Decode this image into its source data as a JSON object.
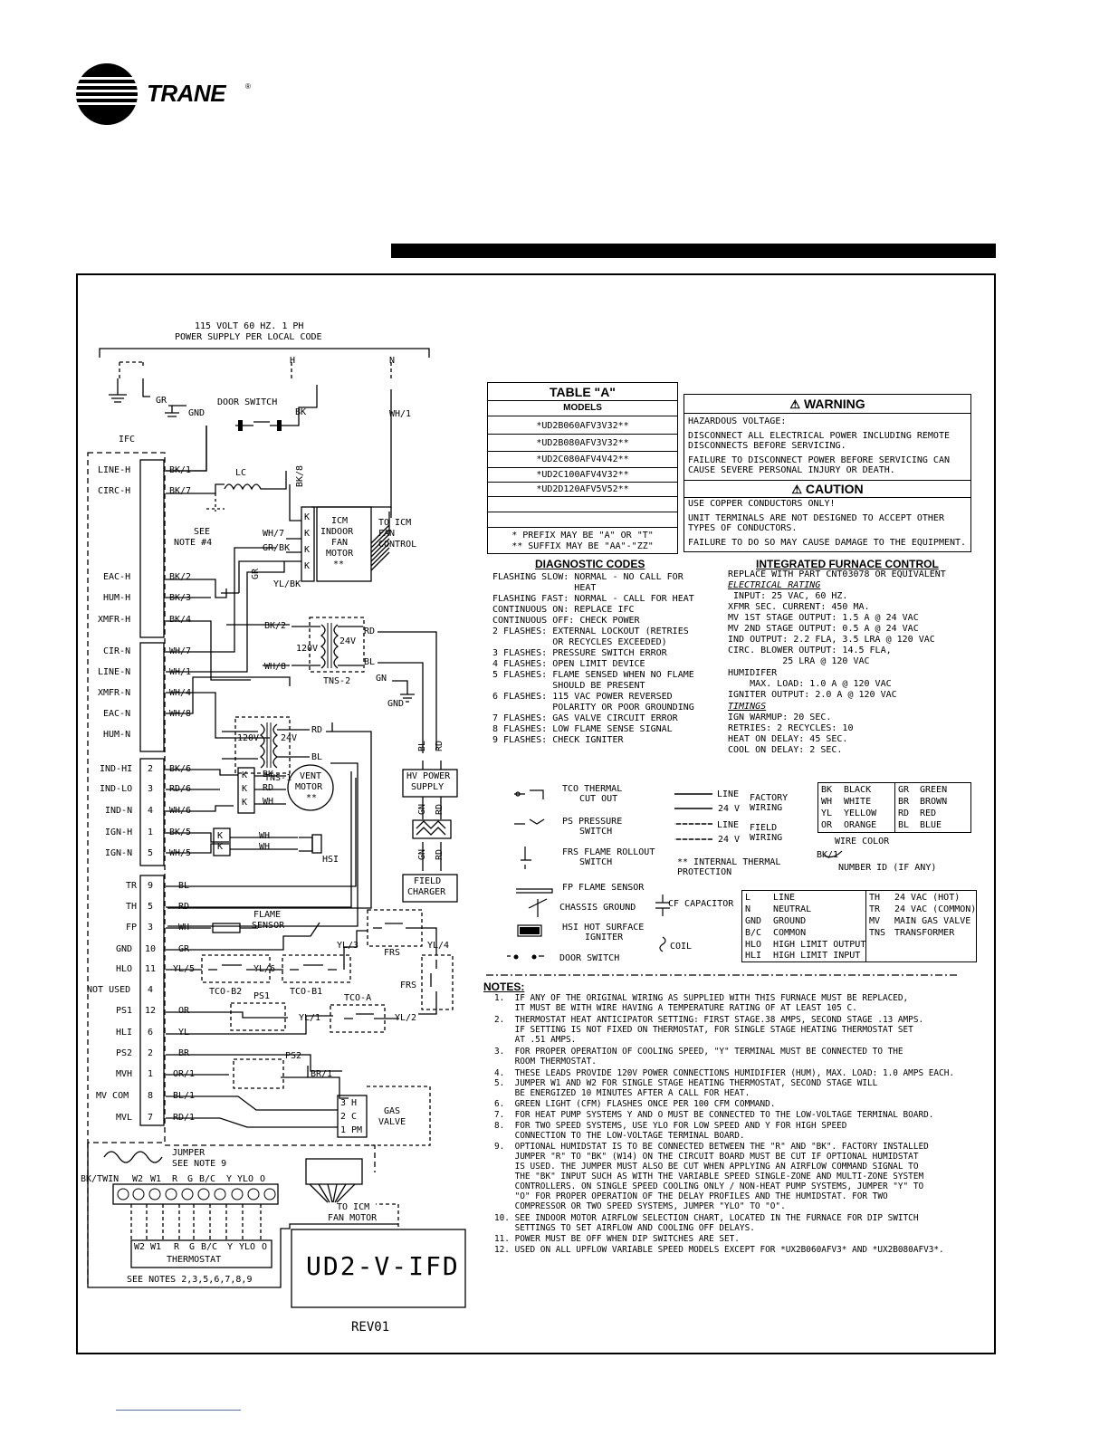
{
  "brand": {
    "name": "TRANE",
    "reg": "®"
  },
  "supply": {
    "line1": "115 VOLT 60 HZ. 1 PH",
    "line2": "POWER SUPPLY PER LOCAL CODE",
    "h": "H",
    "n": "N",
    "gr": "GR",
    "gnd": "GND",
    "door_switch": "DOOR SWITCH",
    "bk": "BK",
    "wh1": "WH/1"
  },
  "ifc": {
    "label": "IFC",
    "see_note": "SEE",
    "note4": "NOTE #4",
    "gr": "GR",
    "lc": "LC"
  },
  "left_terminals": [
    {
      "label": "LINE-H",
      "wire": "BK/1"
    },
    {
      "label": "CIRC-H",
      "wire": "BK/7"
    },
    {
      "label": "EAC-H",
      "wire": "BK/2"
    },
    {
      "label": "HUM-H",
      "wire": "BK/3"
    },
    {
      "label": "XMFR-H",
      "wire": "BK/4"
    },
    {
      "label": "CIR-N",
      "wire": "WH/7"
    },
    {
      "label": "LINE-N",
      "wire": "WH/1"
    },
    {
      "label": "XMFR-N",
      "wire": "WH/4"
    },
    {
      "label": "EAC-N",
      "wire": "WH/8"
    },
    {
      "label": "HUM-N",
      "wire": ""
    }
  ],
  "motor_terminals": [
    {
      "label": "IND-HI",
      "pin": "2",
      "wire": "BK/6"
    },
    {
      "label": "IND-LO",
      "pin": "3",
      "wire": "RD/6"
    },
    {
      "label": "IND-N",
      "pin": "4",
      "wire": "WH/6"
    },
    {
      "label": "IGN-H",
      "pin": "1",
      "wire": "BK/5"
    },
    {
      "label": "IGN-N",
      "pin": "5",
      "wire": "WH/5"
    }
  ],
  "low_terminals": [
    {
      "label": "TR",
      "pin": "9",
      "wire": "BL"
    },
    {
      "label": "TH",
      "pin": "5",
      "wire": "RD"
    },
    {
      "label": "FP",
      "pin": "3",
      "wire": "WH"
    },
    {
      "label": "GND",
      "pin": "10",
      "wire": "GR"
    },
    {
      "label": "HLO",
      "pin": "11",
      "wire": "YL/5"
    },
    {
      "label": "NOT USED",
      "pin": "4",
      "wire": ""
    },
    {
      "label": "PS1",
      "pin": "12",
      "wire": "OR"
    },
    {
      "label": "HLI",
      "pin": "6",
      "wire": "YL"
    },
    {
      "label": "PS2",
      "pin": "2",
      "wire": "BR"
    },
    {
      "label": "MVH",
      "pin": "1",
      "wire": "OR/1"
    },
    {
      "label": "MV COM",
      "pin": "8",
      "wire": "BL/1"
    },
    {
      "label": "MVL",
      "pin": "7",
      "wire": "RD/1"
    }
  ],
  "icm": {
    "w1": "WH/7",
    "w2": "GR/BK",
    "w3": "YL/BK",
    "l1": "ICM",
    "l2": "INDOOR",
    "l3": "FAN",
    "l4": "MOTOR",
    "l5": "**",
    "to1": "TO ICM",
    "to2": "FAN",
    "to3": "CONTROL",
    "bk8": "BK/8"
  },
  "tns2": {
    "label": "TNS-2",
    "in1": "BK/2",
    "in2": "WH/8",
    "v120": "120V",
    "v24": "24V",
    "rd": "RD",
    "bl": "BL",
    "gn": "GN",
    "gnd": "GND"
  },
  "tns1": {
    "label": "TNS-1",
    "v120": "120V",
    "v24": "24V",
    "rd": "RD",
    "bl": "BL"
  },
  "vent": {
    "l1": "VENT",
    "l2": "MOTOR",
    "l3": "**",
    "bk": "BK",
    "rd": "RD",
    "wh": "WH"
  },
  "hsi": {
    "label": "HSI",
    "wh1": "WH",
    "wh2": "WH"
  },
  "hv_supply": {
    "l1": "HV POWER",
    "l2": "SUPPLY",
    "bl": "BL",
    "rd": "RD"
  },
  "field_charger": {
    "l1": "FIELD",
    "l2": "CHARGER",
    "gn1": "GN",
    "rd1": "RD",
    "gn2": "GN",
    "rd2": "RD"
  },
  "flame": {
    "l1": "FLAME",
    "l2": "SENSOR"
  },
  "switches": {
    "frs1": "FRS",
    "frs2": "FRS",
    "yl3": "YL/3",
    "yl4": "YL/4",
    "tco_b2": "TCO-B2",
    "tco_b1": "TCO-B1",
    "yl6": "YL/6",
    "ps1": "PS1",
    "tco_a": "TCO-A",
    "yl1": "YL/1",
    "yl2": "YL/2",
    "ps2": "PS2",
    "br1": "BR/1"
  },
  "gas_valve": {
    "l1": "GAS",
    "l2": "VALVE",
    "h": "3 H",
    "c": "2 C",
    "pm": "1 PM"
  },
  "jumper": {
    "l1": "JUMPER",
    "l2": "SEE NOTE 9"
  },
  "lv_board": {
    "labels": [
      "BK/TWIN",
      "W2",
      "W1",
      "R",
      "G",
      "B/C",
      "Y",
      "YLO",
      "O"
    ]
  },
  "thermostat": {
    "labels": [
      "W2",
      "W1",
      "R",
      "G",
      "B/C",
      "Y",
      "YLO",
      "O"
    ],
    "title": "THERMOSTAT",
    "notes": "SEE NOTES 2,3,5,6,7,8,9"
  },
  "icm_fan": {
    "l1": "TO ICM",
    "l2": "FAN MOTOR"
  },
  "model_box": {
    "id": "UD2-V-IFD",
    "rev": "REV01"
  },
  "table_a": {
    "title": "TABLE \"A\"",
    "models_hdr": "MODELS",
    "models": [
      "*UD2B060AFV3V32**",
      "*UD2B080AFV3V32**",
      "*UD2C080AFV4V42**",
      "*UD2C100AFV4V32**",
      "*UD2D120AFV5V52**",
      "",
      ""
    ],
    "prefix": "* PREFIX MAY BE \"A\" OR \"T\"",
    "suffix": "** SUFFIX MAY BE \"AA\"-\"ZZ\""
  },
  "warning": {
    "title": "WARNING",
    "lines": [
      "HAZARDOUS VOLTAGE:",
      "DISCONNECT ALL ELECTRICAL POWER INCLUDING REMOTE",
      "DISCONNECTS BEFORE SERVICING.",
      "FAILURE TO DISCONNECT POWER BEFORE SERVICING CAN",
      "CAUSE SEVERE PERSONAL INJURY OR DEATH."
    ]
  },
  "caution": {
    "title": "CAUTION",
    "lines": [
      "USE COPPER CONDUCTORS ONLY!",
      "UNIT TERMINALS ARE NOT DESIGNED TO ACCEPT OTHER",
      "TYPES OF CONDUCTORS.",
      "FAILURE TO DO SO MAY CAUSE DAMAGE TO THE EQUIPMENT."
    ]
  },
  "diag": {
    "title": "DIAGNOSTIC CODES",
    "lines": [
      "FLASHING SLOW: NORMAL - NO CALL FOR",
      "               HEAT",
      "FLASHING FAST: NORMAL - CALL FOR HEAT",
      "CONTINUOUS ON: REPLACE IFC",
      "CONTINUOUS OFF: CHECK POWER",
      "2 FLASHES: EXTERNAL LOCKOUT (RETRIES",
      "           OR RECYCLES EXCEEDED)",
      "3 FLASHES: PRESSURE SWITCH ERROR",
      "4 FLASHES: OPEN LIMIT DEVICE",
      "5 FLASHES: FLAME SENSED WHEN NO FLAME",
      "           SHOULD BE PRESENT",
      "6 FLASHES: 115 VAC POWER REVERSED",
      "           POLARITY OR POOR GROUNDING",
      "7 FLASHES: GAS VALVE CIRCUIT ERROR",
      "8 FLASHES: LOW FLAME SENSE SIGNAL",
      "9 FLASHES: CHECK IGNITER"
    ]
  },
  "ifc_ctrl": {
    "title": "INTEGRATED FURNACE CONTROL",
    "lines": [
      "REPLACE WITH PART CNT03078 OR EQUIVALENT",
      "ELECTRICAL RATING",
      " INPUT: 25 VAC, 60 HZ.",
      "XFMR SEC. CURRENT: 450 MA.",
      "MV 1ST STAGE OUTPUT: 1.5 A @ 24 VAC",
      "MV 2ND STAGE OUTPUT: 0.5 A @ 24 VAC",
      "IND OUTPUT: 2.2 FLA, 3.5 LRA @ 120 VAC",
      "CIRC. BLOWER OUTPUT: 14.5 FLA,",
      "          25 LRA @ 120 VAC",
      "HUMIDIFER",
      "    MAX. LOAD: 1.0 A @ 120 VAC",
      "IGNITER OUTPUT: 2.0 A @ 120 VAC",
      "TIMINGS",
      "IGN WARMUP: 20 SEC.",
      "RETRIES: 2 RECYCLES: 10",
      "HEAT ON DELAY: 45 SEC.",
      "COOL ON DELAY: 2 SEC."
    ]
  },
  "legend": {
    "tco": "TCO THERMAL",
    "tco2": "CUT OUT",
    "ps": "PS PRESSURE",
    "ps2": "SWITCH",
    "frs": "FRS FLAME ROLLOUT",
    "frs2": "SWITCH",
    "fp": "FP FLAME SENSOR",
    "chassis": "CHASSIS GROUND",
    "hsi": "HSI HOT SURFACE",
    "hsi2": "IGNITER",
    "door": "DOOR SWITCH",
    "cf": "CF CAPACITOR",
    "coil": "COIL",
    "line": "LINE",
    "v24": "24 V",
    "factory": "FACTORY",
    "wiring": "WIRING",
    "line2": "LINE",
    "v24b": "24 V",
    "field": "FIELD",
    "wiring2": "WIRING",
    "internal": "** INTERNAL THERMAL",
    "protection": "PROTECTION",
    "wire_color": "WIRE COLOR",
    "bk1": "BK/1",
    "number_id": "NUMBER ID (IF ANY)"
  },
  "colors": [
    [
      "BK",
      "BLACK",
      "GR",
      "GREEN"
    ],
    [
      "WH",
      "WHITE",
      "BR",
      "BROWN"
    ],
    [
      "YL",
      "YELLOW",
      "RD",
      "RED"
    ],
    [
      "OR",
      "ORANGE",
      "BL",
      "BLUE"
    ]
  ],
  "abbrev_left": [
    [
      "L",
      "LINE"
    ],
    [
      "N",
      "NEUTRAL"
    ],
    [
      "GND",
      "GROUND"
    ],
    [
      "B/C",
      "COMMON"
    ],
    [
      "HLO",
      "HIGH LIMIT OUTPUT"
    ],
    [
      "HLI",
      "HIGH LIMIT INPUT"
    ]
  ],
  "abbrev_right": [
    [
      "TH",
      "24 VAC (HOT)"
    ],
    [
      "TR",
      "24 VAC (COMMON)"
    ],
    [
      "MV",
      "MAIN GAS VALVE"
    ],
    [
      "TNS",
      "TRANSFORMER"
    ]
  ],
  "notes": {
    "title": "NOTES:",
    "lines": [
      "1.  IF ANY OF THE ORIGINAL WIRING AS SUPPLIED WITH THIS FURNACE MUST BE REPLACED,",
      "    IT MUST BE WITH WIRE HAVING A TEMPERATURE RATING OF AT LEAST 105 C.",
      "2.  THERMOSTAT HEAT ANTICIPATOR SETTING: FIRST STAGE.38 AMPS, SECOND STAGE .13 AMPS.",
      "    IF SETTING IS NOT FIXED ON THERMOSTAT, FOR SINGLE STAGE HEATING THERMOSTAT SET",
      "    AT .51 AMPS.",
      "3.  FOR PROPER OPERATION OF COOLING SPEED, \"Y\" TERMINAL MUST BE CONNECTED TO THE",
      "    ROOM THERMOSTAT.",
      "4.  THESE LEADS PROVIDE 120V POWER CONNECTIONS HUMIDIFIER (HUM), MAX. LOAD: 1.0 AMPS EACH.",
      "5.  JUMPER W1 AND W2 FOR SINGLE STAGE HEATING THERMOSTAT, SECOND STAGE WILL",
      "    BE ENERGIZED 10 MINUTES AFTER A CALL FOR HEAT.",
      "6.  GREEN LIGHT (CFM) FLASHES ONCE PER 100 CFM COMMAND.",
      "7.  FOR HEAT PUMP SYSTEMS Y AND O MUST BE CONNECTED TO THE LOW-VOLTAGE TERMINAL BOARD.",
      "8.  FOR TWO SPEED SYSTEMS, USE YLO FOR LOW SPEED AND Y FOR HIGH SPEED",
      "    CONNECTION TO THE LOW-VOLTAGE TERMINAL BOARD.",
      "9.  OPTIONAL HUMIDSTAT IS TO BE CONNECTED BETWEEN THE \"R\" AND \"BK\". FACTORY INSTALLED",
      "    JUMPER \"R\" TO \"BK\" (W14) ON THE CIRCUIT BOARD MUST BE CUT IF OPTIONAL HUMIDSTAT",
      "    IS USED. THE JUMPER MUST ALSO BE CUT WHEN APPLYING AN AIRFLOW COMMAND SIGNAL TO",
      "    THE \"BK\" INPUT SUCH AS WITH THE VARIABLE SPEED SINGLE-ZONE AND MULTI-ZONE SYSTEM",
      "    CONTROLLERS. ON SINGLE SPEED COOLING ONLY / NON-HEAT PUMP SYSTEMS, JUMPER \"Y\" TO",
      "    \"O\" FOR PROPER OPERATION OF THE DELAY PROFILES AND THE HUMIDSTAT. FOR TWO",
      "    COMPRESSOR OR TWO SPEED SYSTEMS, JUMPER \"YLO\" TO \"O\".",
      "10. SEE INDOOR MOTOR AIRFLOW SELECTION CHART, LOCATED IN THE FURNACE FOR DIP SWITCH",
      "    SETTINGS TO SET AIRFLOW AND COOLING OFF DELAYS.",
      "11. POWER MUST BE OFF WHEN DIP SWITCHES ARE SET.",
      "12. USED ON ALL UPFLOW VARIABLE SPEED MODELS EXCEPT FOR *UX2B060AFV3* AND *UX2B080AFV3*."
    ]
  }
}
